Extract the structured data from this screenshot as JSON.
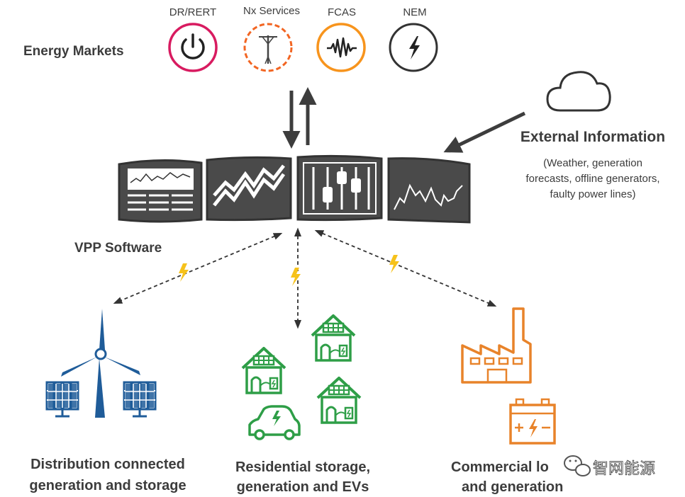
{
  "markets": {
    "title": "Energy Markets",
    "items": [
      {
        "label": "DR/RERT",
        "icon": "power-icon",
        "color": "#d81b60"
      },
      {
        "label": "Nx Services",
        "icon": "power-pole-icon",
        "color": "#f26522"
      },
      {
        "label": "FCAS",
        "icon": "frequency-wave-icon",
        "color": "#f7941d"
      },
      {
        "label": "NEM",
        "icon": "lightning-icon",
        "color": "#333333"
      }
    ]
  },
  "external": {
    "title": "External Information",
    "lines": [
      "(Weather, generation",
      "forecasts, offline generators,",
      "faulty power lines)"
    ]
  },
  "vpp": {
    "title": "VPP Software"
  },
  "groups": {
    "distribution": {
      "lines": [
        "Distribution connected",
        "generation and storage"
      ],
      "color": "#1f5c99"
    },
    "residential": {
      "lines": [
        "Residential storage,",
        "generation and EVs"
      ],
      "color": "#2e9e47"
    },
    "commercial": {
      "lines": [
        "Commercial lo",
        "and generation"
      ],
      "color": "#e8832a"
    }
  },
  "watermark": "智网能源",
  "colors": {
    "lightning": "#f6c21b",
    "screen": "#4a4a4a",
    "text": "#3c3c3c"
  }
}
